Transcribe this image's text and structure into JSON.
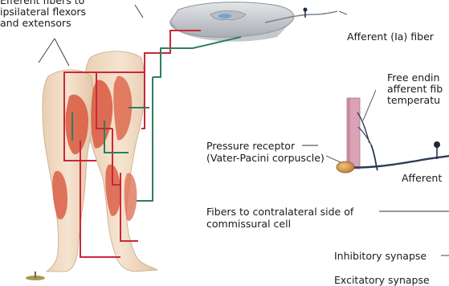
{
  "labels": {
    "efferent_top_line1": "Efferent fibers to",
    "efferent_top_line2": "ipsilateral flexors",
    "efferent_top_line3": "and extensors",
    "afferent_ia": "Afferent (Ia) fiber",
    "free_ending_line1": "Free endin",
    "free_ending_line2": "afferent fib",
    "free_ending_line3": "temperatu",
    "pressure_line1": "Pressure receptor",
    "pressure_line2": "(Vater-Pacini corpuscle)",
    "afferent_right": "Afferent",
    "fibers_contra_line1": "Fibers to contralateral side of",
    "fibers_contra_line2": "commissural cell",
    "inhibitory": "Inhibitory synapse",
    "excitatory": "Excitatory synapse"
  },
  "colors": {
    "efferent_red": "#c8283a",
    "efferent_green": "#2e7f5a",
    "afferent_dark": "#2a3b57",
    "muscle": "#d9583f",
    "skin": "#f2dcc4",
    "spinal_cord": "#c9ccd1"
  },
  "icons": [
    "spinal-cord-section",
    "leg-figure",
    "skin-patch",
    "vater-pacini-corpuscle",
    "synapse-knob"
  ]
}
